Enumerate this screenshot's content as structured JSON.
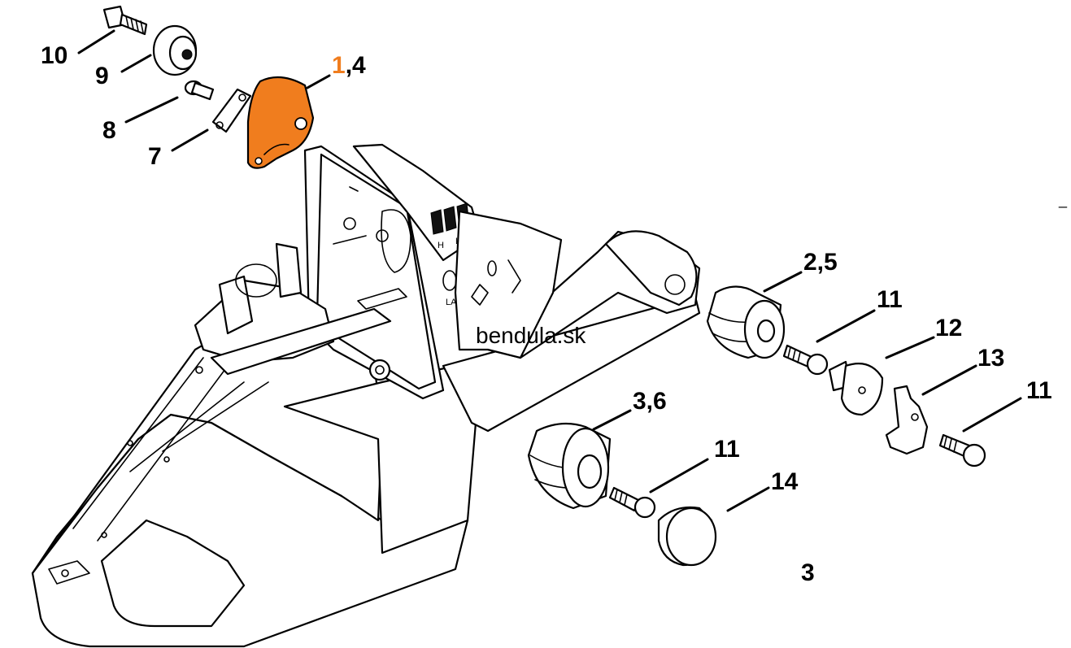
{
  "callouts": {
    "p10": "10",
    "p9": "9",
    "p8": "8",
    "p7": "7",
    "p14_highlight": "1",
    "p14_rest": ",4",
    "p25": "2,5",
    "p11a": "11",
    "p12": "12",
    "p13": "13",
    "p11b": "11",
    "p36": "3,6",
    "p11c": "11",
    "p14": "14",
    "p3": "3",
    "dash": "_"
  },
  "housing_marks": {
    "h": "H",
    "l": "L",
    "la": "LA"
  },
  "watermark": "bendula.sk",
  "colors": {
    "highlight": "#f07d1e",
    "line": "#000000",
    "background": "#ffffff"
  }
}
